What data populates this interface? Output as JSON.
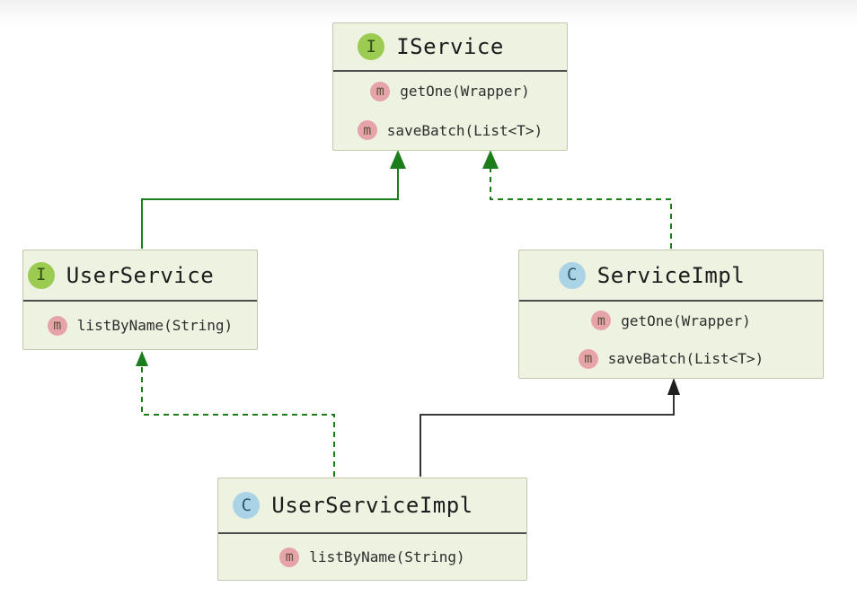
{
  "colors": {
    "edge_green": "#1b7e1b",
    "edge_black": "#1f1f1f",
    "node_fill": "#eef2e0",
    "node_border": "#c3c7ab",
    "separator": "#4d4d4d",
    "interface_badge_bg": "#9ccb52",
    "interface_badge_fg": "#2e4d15",
    "class_badge_bg": "#abd3e6",
    "class_badge_fg": "#2c5a71",
    "method_badge_bg": "#e6a3a9",
    "method_badge_fg": "#5e5137"
  },
  "nodes": {
    "iservice": {
      "kind": "interface",
      "badge": "I",
      "title": "IService",
      "methods": [
        {
          "badge": "m",
          "label": "getOne(Wrapper)"
        },
        {
          "badge": "m",
          "label": "saveBatch(List<T>)"
        }
      ]
    },
    "userservice": {
      "kind": "interface",
      "badge": "I",
      "title": "UserService",
      "methods": [
        {
          "badge": "m",
          "label": "listByName(String)"
        }
      ]
    },
    "serviceimpl": {
      "kind": "class",
      "badge": "C",
      "title": "ServiceImpl",
      "methods": [
        {
          "badge": "m",
          "label": "getOne(Wrapper)"
        },
        {
          "badge": "m",
          "label": "saveBatch(List<T>)"
        }
      ]
    },
    "userserviceimpl": {
      "kind": "class",
      "badge": "C",
      "title": "UserServiceImpl",
      "methods": [
        {
          "badge": "m",
          "label": "listByName(String)"
        }
      ]
    }
  },
  "edges": [
    {
      "from": "UserService",
      "to": "IService",
      "relation": "extends",
      "line": "solid",
      "color": "#1b7e1b"
    },
    {
      "from": "ServiceImpl",
      "to": "IService",
      "relation": "implements",
      "line": "dashed",
      "color": "#1b7e1b"
    },
    {
      "from": "UserServiceImpl",
      "to": "UserService",
      "relation": "implements",
      "line": "dashed",
      "color": "#1b7e1b"
    },
    {
      "from": "UserServiceImpl",
      "to": "ServiceImpl",
      "relation": "extends",
      "line": "solid",
      "color": "#1f1f1f"
    }
  ]
}
